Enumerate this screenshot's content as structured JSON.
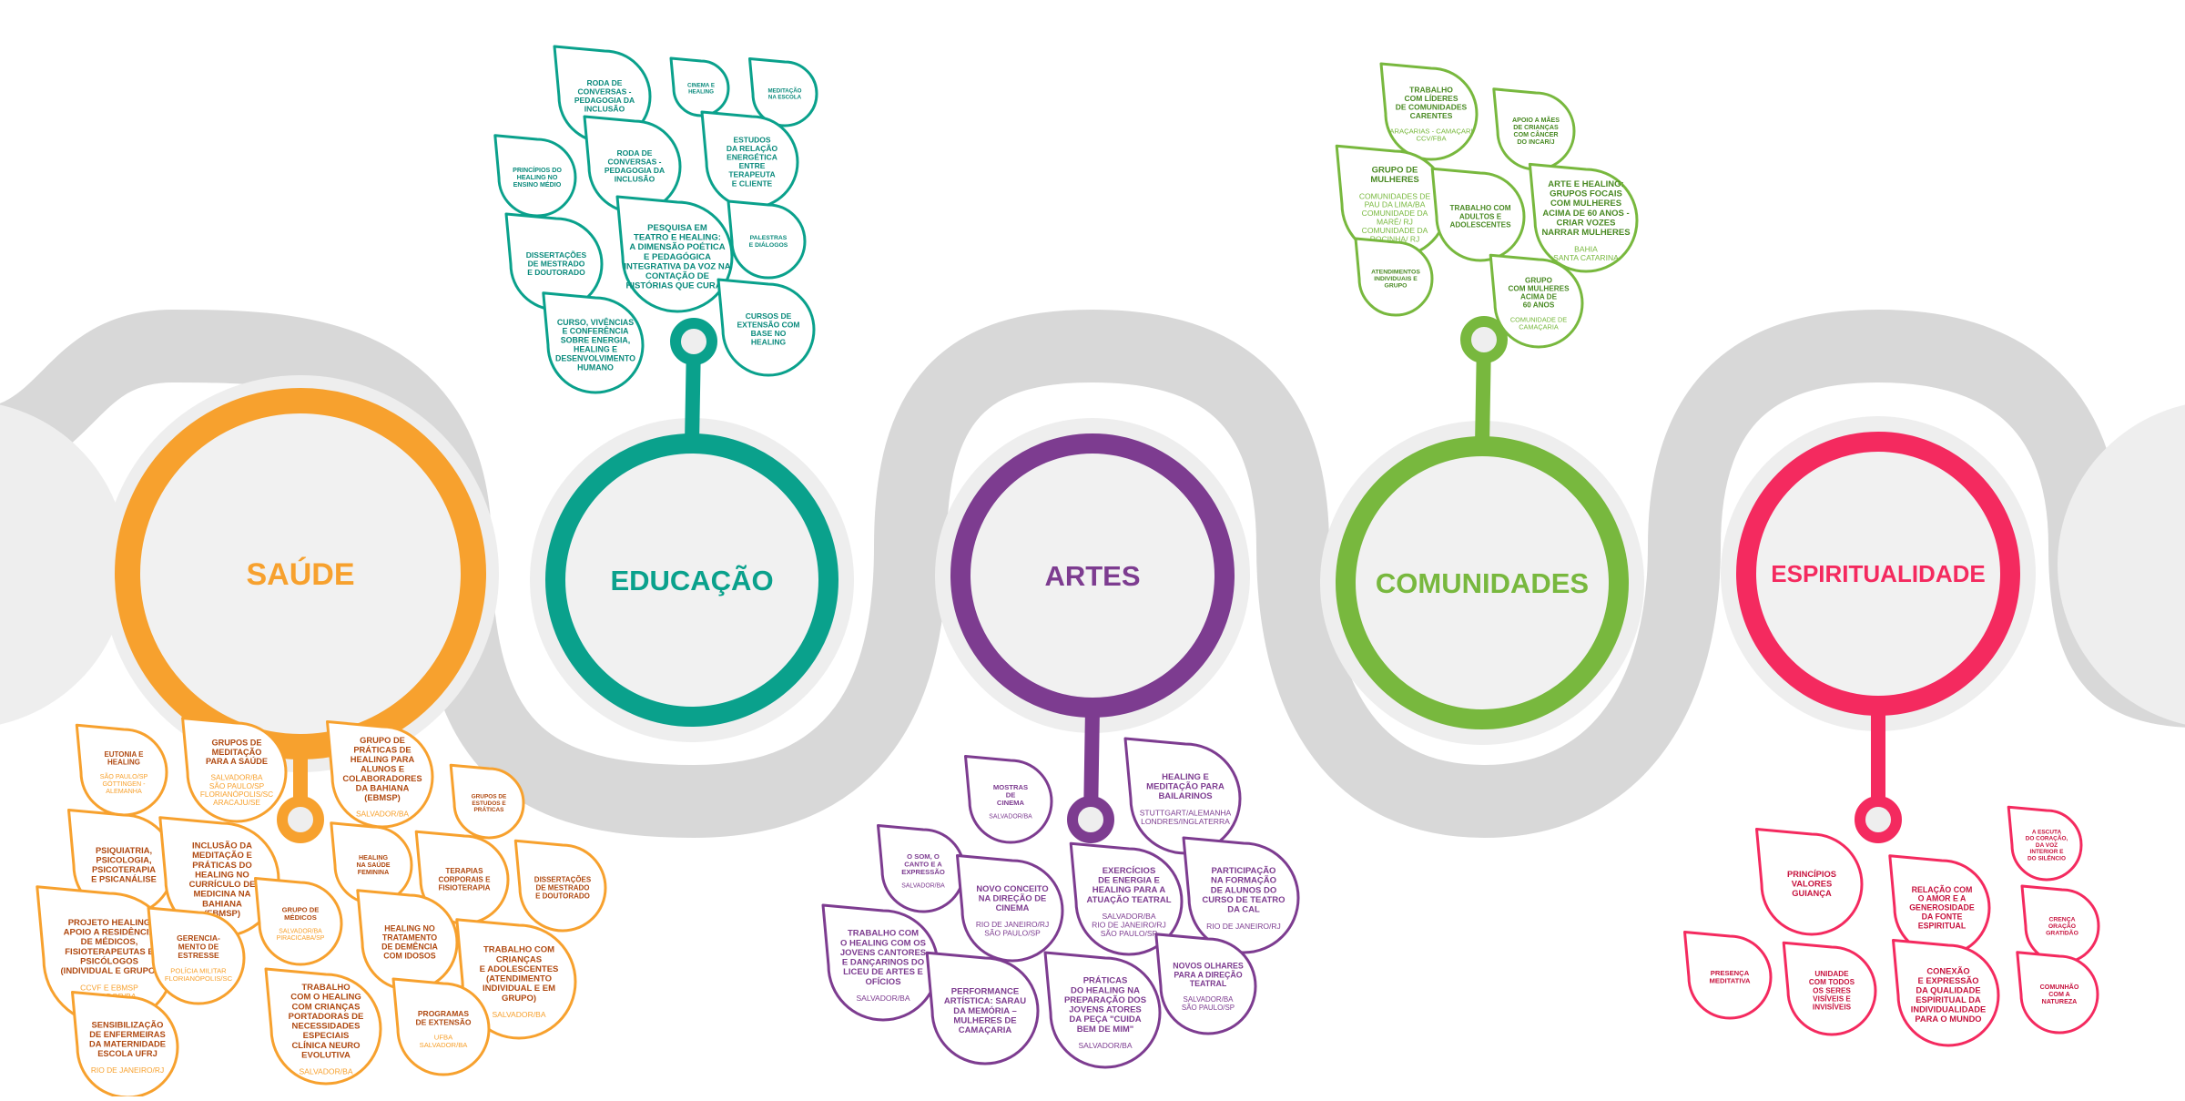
{
  "colors": {
    "wave": "#d8d8d8",
    "disc": "#eeeeee",
    "saude": "#f7a12e",
    "saude_text": "#b04a12",
    "educacao": "#0aa18c",
    "educacao_text": "#0a8a7c",
    "artes": "#7d3c90",
    "artes_text": "#7d3c90",
    "comunidades": "#78b83e",
    "comunidades_text": "#4a8a24",
    "espiritualidade": "#f42a5f",
    "espiritualidade_text": "#c7143f"
  },
  "categories": [
    {
      "id": "saude",
      "title": "SAÚDE",
      "leaves": [
        {
          "title": [
            "EUTONIA E",
            "HEALING"
          ],
          "sub": [
            "SÃO PAULO/SP",
            "GÖTTINGEN -",
            "ALEMANHA"
          ]
        },
        {
          "title": [
            "GRUPOS DE",
            "MEDITAÇÃO",
            "PARA A SAÚDE"
          ],
          "sub": [
            "SALVADOR/BA",
            "SÃO PAULO/SP",
            "FLORIANÓPOLIS/SC",
            "ARACAJU/SE"
          ]
        },
        {
          "title": [
            "GRUPO DE",
            "PRÁTICAS DE",
            "HEALING PARA",
            "ALUNOS E",
            "COLABORADORES",
            "DA BAHIANA",
            "(EBMSP)"
          ],
          "sub": [
            "SALVADOR/BA"
          ]
        },
        {
          "title": [
            "GRUPOS DE",
            "ESTUDOS E",
            "PRÁTICAS"
          ],
          "sub": []
        },
        {
          "title": [
            "PSIQUIATRIA,",
            "PSICOLOGIA,",
            "PSICOTERAPIA",
            "E PSICANÁLISE"
          ],
          "sub": []
        },
        {
          "title": [
            "INCLUSÃO DA",
            "MEDITAÇÃO E",
            "PRÁTICAS DO",
            "HEALING NO",
            "CURRÍCULO DE",
            "MEDICINA NA",
            "BAHIANA",
            "(EBMSP)"
          ],
          "sub": []
        },
        {
          "title": [
            "HEALING",
            "NA SAÚDE",
            "FEMININA"
          ],
          "sub": []
        },
        {
          "title": [
            "TERAPIAS",
            "CORPORAIS E",
            "FISIOTERAPIA"
          ],
          "sub": []
        },
        {
          "title": [
            "DISSERTAÇÕES",
            "DE MESTRADO",
            "E DOUTORADO"
          ],
          "sub": []
        },
        {
          "title": [
            "PROJETO HEALING",
            "APOIO A RESIDÊNCIA",
            "DE MÉDICOS,",
            "FISIOTERAPEUTAS E",
            "PSICÓLOGOS",
            "(INDIVIDUAL E GRUPO)"
          ],
          "sub": [
            "CCVF E EBMSP",
            "SALVADOR/BA"
          ]
        },
        {
          "title": [
            "GERENCIA-",
            "MENTO DE",
            "ESTRESSE"
          ],
          "sub": [
            "POLÍCIA MILITAR",
            "FLORIANÓPOLIS/SC"
          ]
        },
        {
          "title": [
            "GRUPO DE",
            "MÉDICOS"
          ],
          "sub": [
            "SALVADOR/BA",
            "PIRACICABA/SP"
          ]
        },
        {
          "title": [
            "HEALING NO",
            "TRATAMENTO",
            "DE DEMÊNCIA",
            "COM IDOSOS"
          ],
          "sub": []
        },
        {
          "title": [
            "TRABALHO COM",
            "CRIANÇAS",
            "E ADOLESCENTES",
            "(ATENDIMENTO",
            "INDIVIDUAL E EM",
            "GRUPO)"
          ],
          "sub": [
            "SALVADOR/BA"
          ]
        },
        {
          "title": [
            "TRABALHO",
            "COM O HEALING",
            "COM CRIANÇAS",
            "PORTADORAS DE",
            "NECESSIDADES",
            "ESPECIAIS",
            "CLÍNICA NEURO",
            "EVOLUTIVA"
          ],
          "sub": [
            "SALVADOR/BA"
          ]
        },
        {
          "title": [
            "PROGRAMAS",
            "DE EXTENSÃO"
          ],
          "sub": [
            "UFBA",
            "SALVADOR/BA"
          ]
        },
        {
          "title": [
            "SENSIBILIZAÇÃO",
            "DE ENFERMEIRAS",
            "DA MATERNIDADE",
            "ESCOLA UFRJ"
          ],
          "sub": [
            "RIO DE JANEIRO/RJ"
          ]
        }
      ]
    },
    {
      "id": "educacao",
      "title": "EDUCAÇÃO",
      "leaves": [
        {
          "title": [
            "RODA DE",
            "CONVERSAS -",
            "PEDAGOGIA DA",
            "INCLUSÃO"
          ],
          "sub": []
        },
        {
          "title": [
            "CINEMA E",
            "HEALING"
          ],
          "sub": []
        },
        {
          "title": [
            "MEDITAÇÃO",
            "NA ESCOLA"
          ],
          "sub": []
        },
        {
          "title": [
            "PRINCÍPIOS DO",
            "HEALING NO",
            "ENSINO MÉDIO"
          ],
          "sub": []
        },
        {
          "title": [
            "RODA DE",
            "CONVERSAS -",
            "PEDAGOGIA DA",
            "INCLUSÃO"
          ],
          "sub": []
        },
        {
          "title": [
            "ESTUDOS",
            "DA RELAÇÃO",
            "ENERGÉTICA",
            "ENTRE",
            "TERAPEUTA",
            "E CLIENTE"
          ],
          "sub": []
        },
        {
          "title": [
            "DISSERTAÇÕES",
            "DE MESTRADO",
            "E DOUTORADO"
          ],
          "sub": []
        },
        {
          "title": [
            "PESQUISA EM",
            "TEATRO E HEALING:",
            "A DIMENSÃO POÉTICA",
            "E PEDAGÓGICA",
            "INTEGRATIVA DA VOZ NA",
            "CONTAÇÃO DE",
            "HISTÓRIAS QUE CURAM"
          ],
          "sub": []
        },
        {
          "title": [
            "PALESTRAS",
            "E DIÁLOGOS"
          ],
          "sub": []
        },
        {
          "title": [
            "CURSO, VIVÊNCIAS",
            "E CONFERÊNCIA",
            "SOBRE ENERGIA,",
            "HEALING E",
            "DESENVOLVIMENTO",
            "HUMANO"
          ],
          "sub": []
        },
        {
          "title": [
            "CURSOS DE",
            "EXTENSÃO COM",
            "BASE NO",
            "HEALING"
          ],
          "sub": []
        }
      ]
    },
    {
      "id": "artes",
      "title": "ARTES",
      "leaves": [
        {
          "title": [
            "MOSTRAS",
            "DE",
            "CINEMA"
          ],
          "sub": [
            "SALVADOR/BA"
          ]
        },
        {
          "title": [
            "HEALING E",
            "MEDITAÇÃO PARA",
            "BAILARINOS"
          ],
          "sub": [
            "STUTTGART/ALEMANHA",
            "LONDRES/INGLATERRA"
          ]
        },
        {
          "title": [
            "O SOM, O",
            "CANTO E A",
            "EXPRESSÃO"
          ],
          "sub": [
            "SALVADOR/BA"
          ]
        },
        {
          "title": [
            "NOVO CONCEITO",
            "NA DIREÇÃO DE",
            "CINEMA"
          ],
          "sub": [
            "RIO DE JANEIRO/RJ",
            "SÃO PAULO/SP"
          ]
        },
        {
          "title": [
            "EXERCÍCIOS",
            "DE ENERGIA E",
            "HEALING PARA A",
            "ATUAÇÃO TEATRAL"
          ],
          "sub": [
            "SALVADOR/BA",
            "RIO DE JANEIRO/RJ",
            "SÃO PAULO/SP"
          ]
        },
        {
          "title": [
            "PARTICIPAÇÃO",
            "NA FORMAÇÃO",
            "DE ALUNOS DO",
            "CURSO DE TEATRO",
            "DA CAL"
          ],
          "sub": [
            "RIO DE JANEIRO/RJ"
          ]
        },
        {
          "title": [
            "TRABALHO COM",
            "O HEALING COM OS",
            "JOVENS CANTORES",
            "E DANÇARINOS DO",
            "LICEU DE ARTES E",
            "OFÍCIOS"
          ],
          "sub": [
            "SALVADOR/BA"
          ]
        },
        {
          "title": [
            "PERFORMANCE",
            "ARTÍSTICA: SARAU",
            "DA MEMÓRIA –",
            "MULHERES DE",
            "CAMAÇARIA"
          ],
          "sub": []
        },
        {
          "title": [
            "PRÁTICAS",
            "DO HEALING NA",
            "PREPARAÇÃO DOS",
            "JOVENS ATORES",
            "DA PEÇA \"CUIDA",
            "BEM DE MIM\""
          ],
          "sub": [
            "SALVADOR/BA"
          ]
        },
        {
          "title": [
            "NOVOS OLHARES",
            "PARA A DIREÇÃO",
            "TEATRAL"
          ],
          "sub": [
            "SALVADOR/BA",
            "SÃO PAULO/SP"
          ]
        }
      ]
    },
    {
      "id": "comunidades",
      "title": "COMUNIDADES",
      "leaves": [
        {
          "title": [
            "TRABALHO",
            "COM LÍDERES",
            "DE COMUNIDADES",
            "CARENTES"
          ],
          "sub": [
            "ARAÇARIAS - CAMAÇARI",
            "CCV/FBA"
          ]
        },
        {
          "title": [
            "APOIO A MÃES",
            "DE CRIANÇAS",
            "COM CÂNCER",
            "DO INCAR/J"
          ],
          "sub": []
        },
        {
          "title": [
            "GRUPO DE",
            "MULHERES"
          ],
          "sub": [
            "COMUNIDADES DE",
            "PAU DA LIMA/BA",
            "COMUNIDADE DA",
            "MARÉ/ RJ",
            "COMUNIDADE DA",
            "ROCINHA/ RJ"
          ]
        },
        {
          "title": [
            "TRABALHO COM",
            "ADULTOS E",
            "ADOLESCENTES"
          ],
          "sub": []
        },
        {
          "title": [
            "ARTE E HEALING:",
            "GRUPOS FOCAIS",
            "COM MULHERES",
            "ACIMA DE 60 ANOS -",
            "CRIAR VOZES",
            "NARRAR MULHERES"
          ],
          "sub": [
            "BAHIA",
            "SANTA CATARINA"
          ]
        },
        {
          "title": [
            "ATENDIMENTOS",
            "INDIVIDUAIS E",
            "GRUPO"
          ],
          "sub": []
        },
        {
          "title": [
            "GRUPO",
            "COM MULHERES",
            "ACIMA DE",
            "60 ANOS"
          ],
          "sub": [
            "COMUNIDADE DE",
            "CAMAÇARIA"
          ]
        }
      ]
    },
    {
      "id": "espiritualidade",
      "title": "ESPIRITUALIDADE",
      "leaves": [
        {
          "title": [
            "PRINCÍPIOS",
            "VALORES",
            "GUIANÇA"
          ],
          "sub": []
        },
        {
          "title": [
            "RELAÇÃO COM",
            "O AMOR E A",
            "GENEROSIDADE",
            "DA FONTE",
            "ESPIRITUAL"
          ],
          "sub": []
        },
        {
          "title": [
            "A ESCUTA",
            "DO CORAÇÃO,",
            "DA VOZ",
            "INTERIOR E",
            "DO SILÊNCIO"
          ],
          "sub": []
        },
        {
          "title": [
            "CRENÇA",
            "ORAÇÃO",
            "GRATIDÃO"
          ],
          "sub": []
        },
        {
          "title": [
            "PRESENÇA",
            "MEDITATIVA"
          ],
          "sub": []
        },
        {
          "title": [
            "UNIDADE",
            "COM TODOS",
            "OS SERES",
            "VISÍVEIS E",
            "INVISÍVEIS"
          ],
          "sub": []
        },
        {
          "title": [
            "CONEXÃO",
            "E EXPRESSÃO",
            "DA QUALIDADE",
            "ESPIRITUAL DA",
            "INDIVIDUALIDADE",
            "PARA O MUNDO"
          ],
          "sub": []
        },
        {
          "title": [
            "COMUNHÃO",
            "COM A",
            "NATUREZA"
          ],
          "sub": []
        }
      ]
    }
  ]
}
